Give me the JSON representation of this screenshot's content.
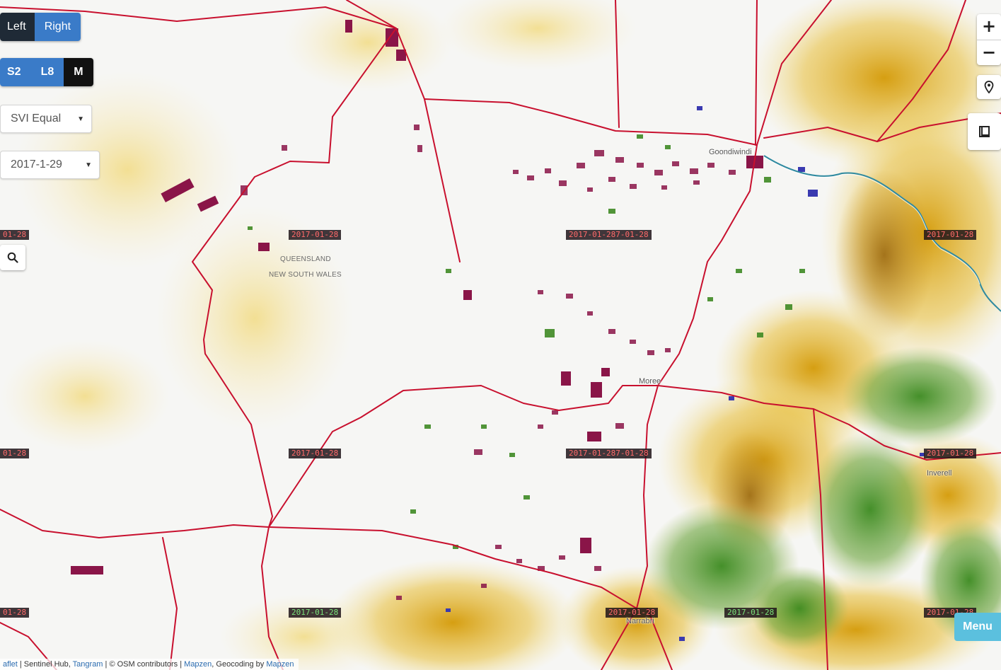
{
  "compare": {
    "left_label": "Left",
    "right_label": "Right"
  },
  "sensor": {
    "s2_label": "S2",
    "l8_label": "L8",
    "m_label": "M"
  },
  "index_select": {
    "value": "SVI Equal"
  },
  "date_select": {
    "value": "2017-1-29"
  },
  "map": {
    "zoom_in": "+",
    "zoom_out": "−",
    "states": {
      "north": "QUEENSLAND",
      "south": "NEW SOUTH WALES"
    },
    "towns": {
      "goondiwindi": "Goondiwindi",
      "moree": "Moree",
      "inverell": "Inverell",
      "narrabri": "Narrabri"
    },
    "tile_date": "2017-01-28",
    "tile_date_stub": "01-28",
    "tile_date_double": "2017-01-287-01-28",
    "tile_date_partial": "2017-01-28"
  },
  "attribution": {
    "leaflet": "aflet",
    "sep1": " | Sentinel Hub, ",
    "tangram": "Tangram",
    "sep2": " | © OSM contributors | ",
    "mapzen1": "Mapzen",
    "sep3": ", Geocoding by ",
    "mapzen2": "Mapzen"
  },
  "menu": {
    "label": "Menu"
  },
  "colors": {
    "accent_blue": "#3a7bc8",
    "menu_cyan": "#5bc0de",
    "boundary_red": "#c8102e",
    "crop_purple": "#8a1548",
    "veg_green": "#3f8a24",
    "dry_yellow": "#d9a200"
  },
  "icons": {
    "zoom_in": "plus-icon",
    "zoom_out": "minus-icon",
    "location": "map-pin-icon",
    "layers": "book-icon",
    "search": "search-icon"
  }
}
